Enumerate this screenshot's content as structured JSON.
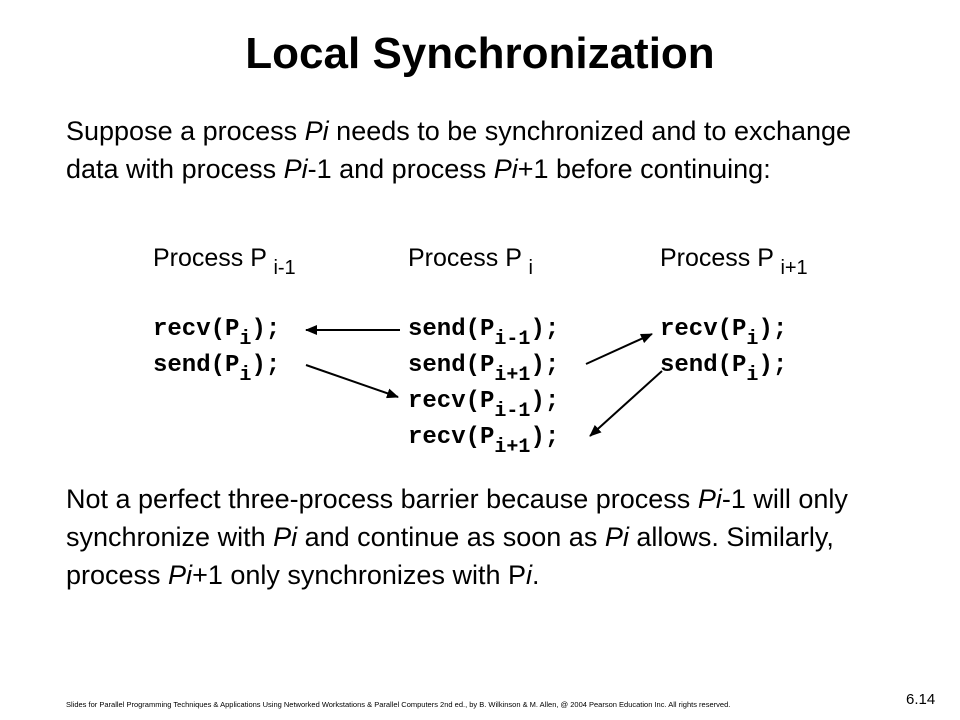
{
  "title": "Local Synchronization",
  "intro": {
    "t1": "Suppose a process ",
    "pi": "Pi",
    "t2": " needs to be synchronized and to exchange data with process ",
    "pi_minus": "Pi",
    "t3": "-1 and process ",
    "pi_plus": "Pi",
    "t4": "+1 before continuing:"
  },
  "processes": [
    {
      "label": "Process P",
      "sub": "i-1"
    },
    {
      "label": "Process P",
      "sub": "i"
    },
    {
      "label": "Process P",
      "sub": "i+1"
    }
  ],
  "code": {
    "p_prev": [
      {
        "call": "recv(P",
        "sub": "i",
        "end": ");"
      },
      {
        "call": "send(P",
        "sub": "i",
        "end": ");"
      }
    ],
    "p_i": [
      {
        "call": "send(P",
        "sub": "i-1",
        "end": ");"
      },
      {
        "call": "send(P",
        "sub": "i+1",
        "end": ");"
      },
      {
        "call": "recv(P",
        "sub": "i-1",
        "end": ");"
      },
      {
        "call": "recv(P",
        "sub": "i+1",
        "end": ");"
      }
    ],
    "p_next": [
      {
        "call": "recv(P",
        "sub": "i",
        "end": ");"
      },
      {
        "call": "send(P",
        "sub": "i",
        "end": ");"
      }
    ]
  },
  "conclusion": {
    "t1": "Not a perfect three-process barrier because process ",
    "pi_minus": "Pi",
    "t2": "-1 will only synchronize with ",
    "pi_a": "Pi",
    "t3": " and continue as soon as ",
    "pi_b": "Pi",
    "t4": " allows. Similarly, process ",
    "pi_plus": "Pi",
    "t5": "+1 only synchronizes with P",
    "pi_end": "i",
    "t6": "."
  },
  "footer": "Slides for Parallel Programming Techniques & Applications Using Networked Workstations & Parallel Computers 2nd ed., by B. Wilkinson & M. Allen, @ 2004 Pearson Education Inc. All rights reserved.",
  "page_number": "6.14",
  "colors": {
    "text": "#000000",
    "background": "#ffffff"
  }
}
